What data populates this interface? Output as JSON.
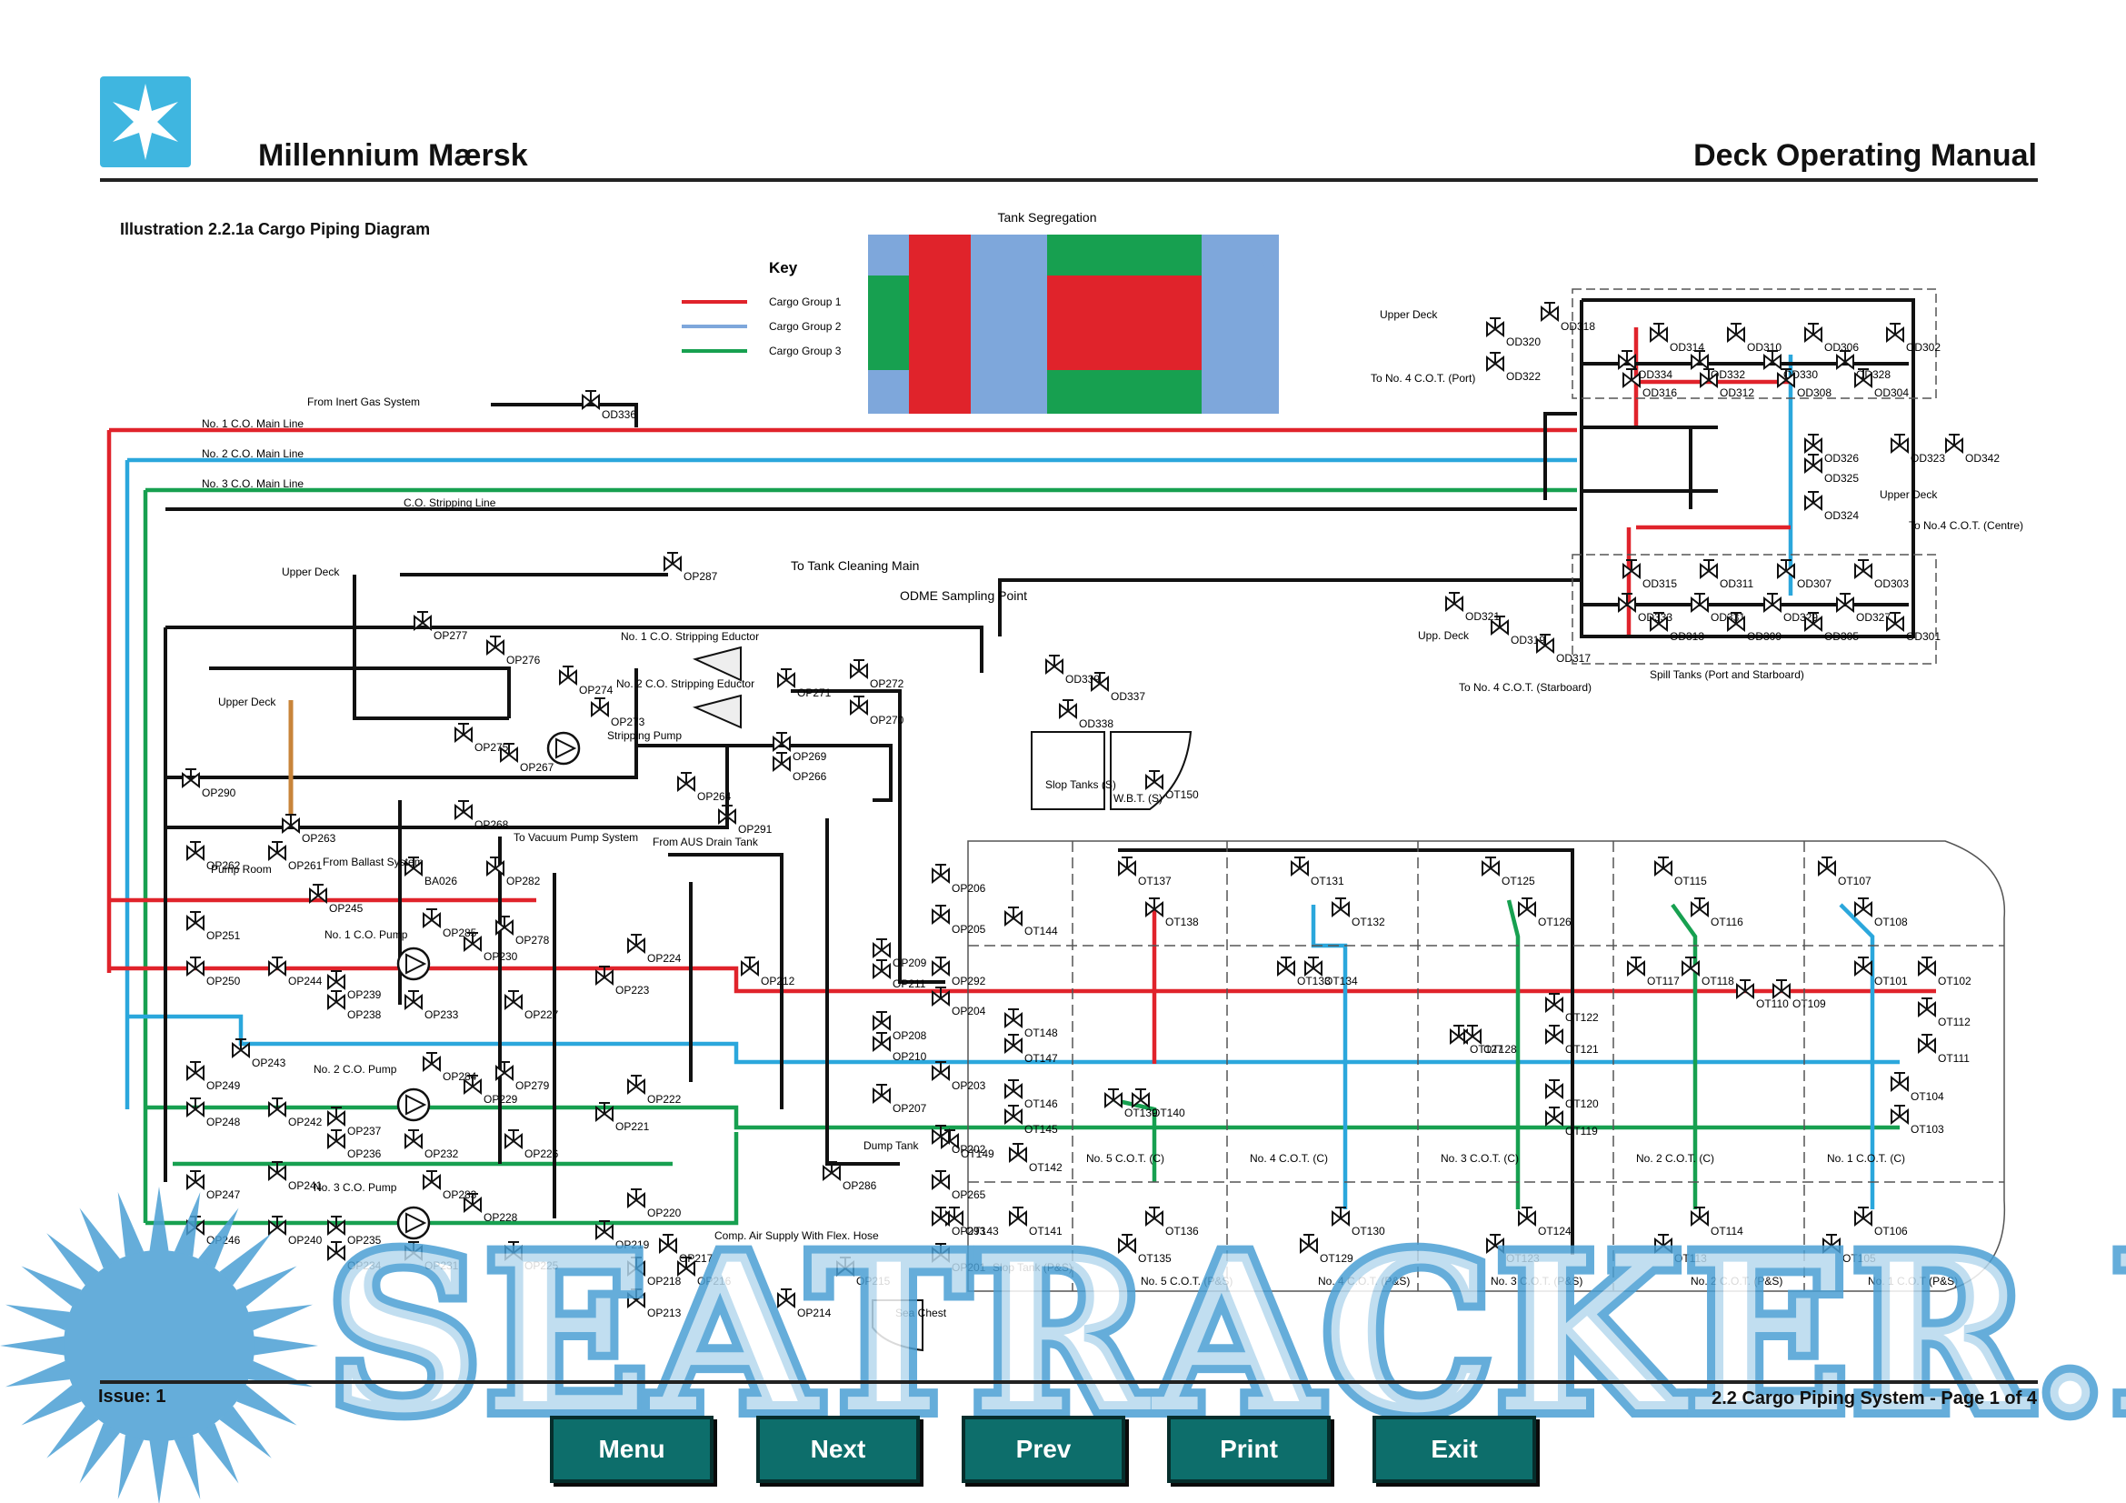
{
  "header": {
    "ship_name": "Millennium Mærsk",
    "manual_title": "Deck Operating Manual"
  },
  "caption": "Illustration 2.2.1a Cargo Piping Diagram",
  "colors": {
    "group1": "#e0232b",
    "group2": "#7ea7db",
    "group3": "#17a050",
    "line_group2": "#2ba7dc",
    "brand": "#3fb6e0",
    "nav_button": "#0d6e6b",
    "watermark": "#4a9fd4"
  },
  "tank_segregation": {
    "title": "Tank Segregation",
    "rows": [
      [
        "g2",
        "g1",
        "g2",
        "g3",
        "g3",
        "g2"
      ],
      [
        "g3",
        "g1",
        "g2",
        "g1",
        "g1",
        "g2"
      ],
      [
        "g2",
        "g1",
        "g2",
        "g3",
        "g3",
        "g2"
      ]
    ]
  },
  "key": {
    "title": "Key",
    "items": [
      "Cargo Group 1",
      "Cargo Group 2",
      "Cargo Group 3"
    ]
  },
  "main_lines": {
    "line1": "No. 1 C.O. Main Line",
    "line2": "No. 2 C.O. Main Line",
    "line3": "No. 3 C.O. Main Line",
    "stripping": "C.O. Stripping Line",
    "inert": "From Inert Gas System"
  },
  "labels": {
    "upper_deck": "Upper Deck",
    "to_tank_cleaning": "To Tank Cleaning Main",
    "odme": "ODME Sampling Point",
    "eductor1": "No. 1 C.O. Stripping Eductor",
    "eductor2": "No. 2 C.O. Stripping Eductor",
    "stripping_pump": "Stripping Pump",
    "pump1": "No. 1 C.O. Pump",
    "pump2": "No. 2 C.O. Pump",
    "pump3": "No. 3 C.O. Pump",
    "pump_room": "Pump Room",
    "from_ballast": "From Ballast System",
    "to_vacuum": "To Vacuum Pump System",
    "from_aus": "From AUS Drain Tank",
    "dump_tank": "Dump Tank",
    "comp_air": "Comp. Air Supply With Flex. Hose",
    "sea_chest": "Sea Chest",
    "slop_tanks": "Slop Tanks (S)",
    "wbt": "W.B.T. (S)",
    "spill_tanks": "Spill Tanks (Port and Starboard)",
    "to_no4_port": "To No. 4 C.O.T. (Port)",
    "to_no4_centre": "To No.4 C.O.T. (Centre)",
    "to_no4_stbd": "To No. 4 C.O.T. (Starboard)",
    "upp_deck": "Upp. Deck",
    "slop_tank_ps": "Slop Tank (P&S)"
  },
  "tanks_top": [
    "No. 5 C.O.T. (C)",
    "No. 4 C.O.T. (C)",
    "No. 3 C.O.T. (C)",
    "No. 2 C.O.T. (C)",
    "No. 1 C.O.T. (C)"
  ],
  "tanks_bottom": [
    "No. 5 C.O.T. (P&S)",
    "No. 4 C.O.T. (P&S)",
    "No. 3 C.O.T. (P&S)",
    "No. 2 C.O.T. (P&S)",
    "No. 1 C.O.T (P&S)"
  ],
  "valves": {
    "ot_top": [
      "OT137",
      "OT138",
      "OT131",
      "OT132",
      "OT125",
      "OT126",
      "OT115",
      "OT116",
      "OT107",
      "OT108"
    ],
    "ot_bottom": [
      "OT136",
      "OT135",
      "OT130",
      "OT129",
      "OT124",
      "OT123",
      "OT114",
      "OT113",
      "OT106",
      "OT105"
    ],
    "ot_mid": [
      "OT144",
      "OT148",
      "OT147",
      "OT146",
      "OT145",
      "OT149",
      "OT142",
      "OT143",
      "OT141",
      "OT139",
      "OT140",
      "OT133",
      "OT134",
      "OT127",
      "OT128",
      "OT122",
      "OT121",
      "OT120",
      "OT119",
      "OT117",
      "OT118",
      "OT110",
      "OT109",
      "OT101",
      "OT102",
      "OT112",
      "OT111",
      "OT104",
      "OT103"
    ],
    "od": [
      "OD336",
      "OD318",
      "OD320",
      "OD322",
      "OD314",
      "OD310",
      "OD306",
      "OD302",
      "OD334",
      "OD332",
      "OD330",
      "OD328",
      "OD316",
      "OD312",
      "OD308",
      "OD304",
      "OD326",
      "OD325",
      "OD324",
      "OD323",
      "OD342",
      "OD315",
      "OD311",
      "OD307",
      "OD303",
      "OD333",
      "OD331",
      "OD329",
      "OD327",
      "OD313",
      "OD309",
      "OD305",
      "OD301",
      "OD321",
      "OD319",
      "OD317",
      "OD339",
      "OD337",
      "OD338"
    ],
    "op_a": [
      "OP287",
      "OP277",
      "OP276",
      "OP274",
      "OP273",
      "OP272",
      "OP271",
      "OP270",
      "OP269",
      "OP275",
      "OP267",
      "OP266",
      "OP268",
      "OP264",
      "OP291",
      "OP290",
      "OP263",
      "OP262",
      "OP261",
      "OT150"
    ],
    "op_b": [
      "BA026",
      "OP282",
      "OP245",
      "OP251",
      "OP250",
      "OP244",
      "OP285",
      "OP230",
      "OP278",
      "OP239",
      "OP238",
      "OP233",
      "OP227",
      "OP224",
      "OP223",
      "OP212",
      "OP206",
      "OP205",
      "OP209",
      "OP211",
      "OP292",
      "OP204"
    ],
    "op_c": [
      "OP243",
      "OP249",
      "OP248",
      "OP242",
      "OP284",
      "OP229",
      "OP279",
      "OP237",
      "OP236",
      "OP232",
      "OP226",
      "OP222",
      "OP221",
      "OP208",
      "OP210",
      "OP207",
      "OP203",
      "OP202"
    ],
    "op_d": [
      "OP247",
      "OP246",
      "OP241",
      "OP240",
      "OP283",
      "OP228",
      "OP235",
      "OP234",
      "OP231",
      "OP225",
      "OP220",
      "OP219",
      "OP286",
      "OP265",
      "OP293",
      "OP201",
      "OP217",
      "OP218",
      "OP216",
      "OP213",
      "OP214",
      "OP215"
    ]
  },
  "footer": {
    "issue": "Issue: 1",
    "page_info": "2.2 Cargo Piping System - Page 1 of 4"
  },
  "nav": [
    "Menu",
    "Next",
    "Prev",
    "Print",
    "Exit"
  ],
  "watermark": "SEATRACKER.RU"
}
